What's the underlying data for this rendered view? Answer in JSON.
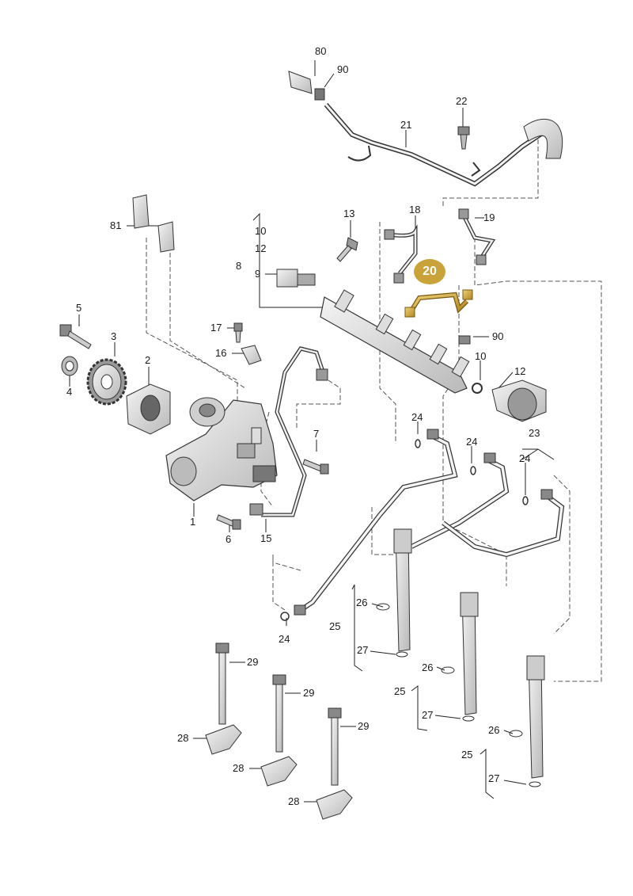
{
  "labels": {
    "l80": "80",
    "l90a": "90",
    "l22": "22",
    "l21": "21",
    "l81": "81",
    "l13": "13",
    "l18": "18",
    "l19": "19",
    "l10a": "10",
    "l12a": "12",
    "l8": "8",
    "l9": "9",
    "l20": "20",
    "l5": "5",
    "l3": "3",
    "l2": "2",
    "l4": "4",
    "l17": "17",
    "l16": "16",
    "l90b": "90",
    "l10b": "10",
    "l12b": "12",
    "l7": "7",
    "l1": "1",
    "l6": "6",
    "l15": "15",
    "l24a": "24",
    "l24b": "24",
    "l24c": "24",
    "l23": "23",
    "l24d": "24",
    "l26a": "26",
    "l25a": "25",
    "l27a": "27",
    "l26b": "26",
    "l25b": "25",
    "l27b": "27",
    "l26c": "26",
    "l25c": "25",
    "l27c": "27",
    "l29a": "29",
    "l29b": "29",
    "l29c": "29",
    "l28a": "28",
    "l28b": "28",
    "l28c": "28"
  },
  "colors": {
    "highlight": "#c9a33a",
    "line": "#333333",
    "part_fill": "#e6e6e6",
    "part_shade": "#bdbdbd"
  }
}
